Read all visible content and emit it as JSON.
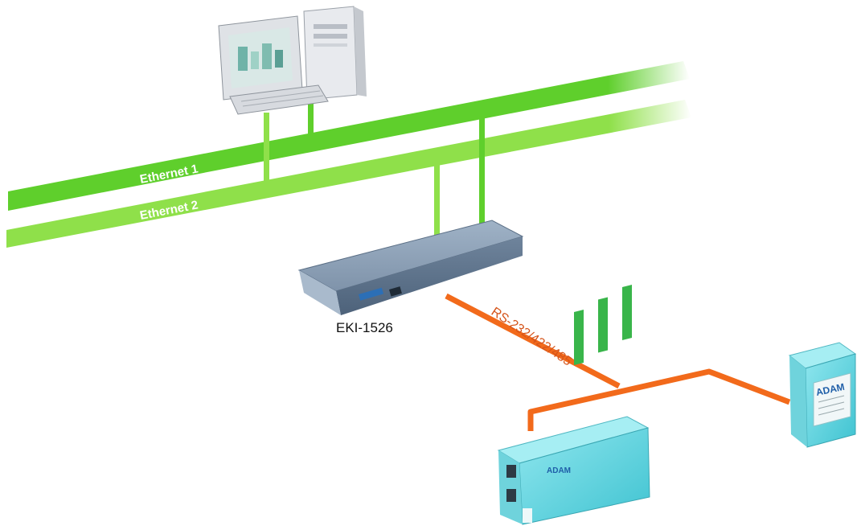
{
  "networks": {
    "ethernet1_label": "Ethernet 1",
    "ethernet2_label": "Ethernet 2",
    "ethernet1_color": "#5fcf2c",
    "ethernet2_color": "#8fe04a"
  },
  "devices": {
    "server_label": "EKI-1526",
    "serial_label": "RS-232/422/485",
    "serial_color": "#f26a1b",
    "adam_logo_text": "ADAM",
    "adam_rack_logo_text": "ADAM"
  }
}
